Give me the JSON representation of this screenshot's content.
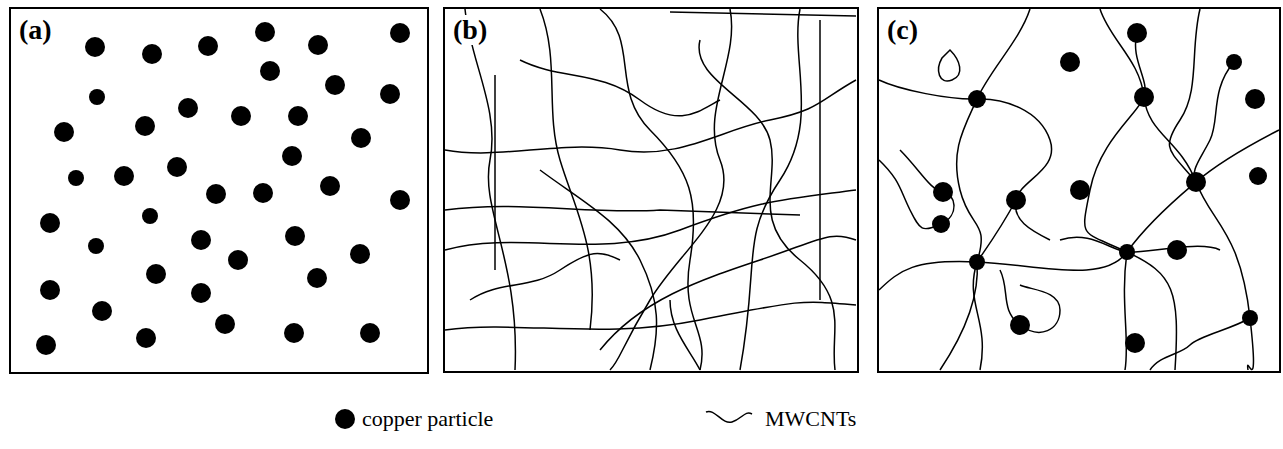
{
  "diagram": {
    "nodes": [
      {
        "text": [
          "(a)"
        ]
      },
      {
        "text": [
          "(b)"
        ]
      },
      {
        "text": [
          "(c)"
        ]
      }
    ],
    "legend": [
      {
        "text": "copper particle"
      },
      {
        "text": "MWCNTs"
      }
    ]
  }
}
